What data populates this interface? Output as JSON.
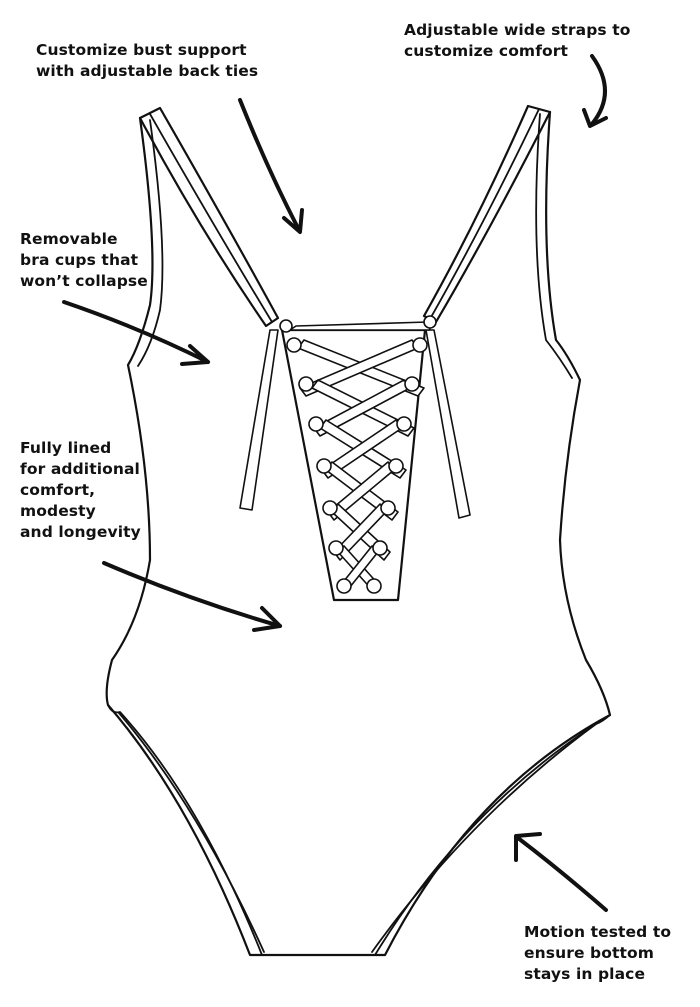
{
  "callouts": {
    "bust_support": [
      "Customize bust support",
      "with adjustable back ties"
    ],
    "wide_straps": [
      "Adjustable wide straps to",
      "customize comfort"
    ],
    "bra_cups": [
      "Removable",
      "bra cups that",
      "won’t collapse"
    ],
    "fully_lined": [
      "Fully lined",
      "for additional",
      "comfort,",
      "modesty",
      "and longevity"
    ],
    "motion_tested": [
      "Motion tested to",
      "ensure bottom",
      "stays in place"
    ]
  }
}
